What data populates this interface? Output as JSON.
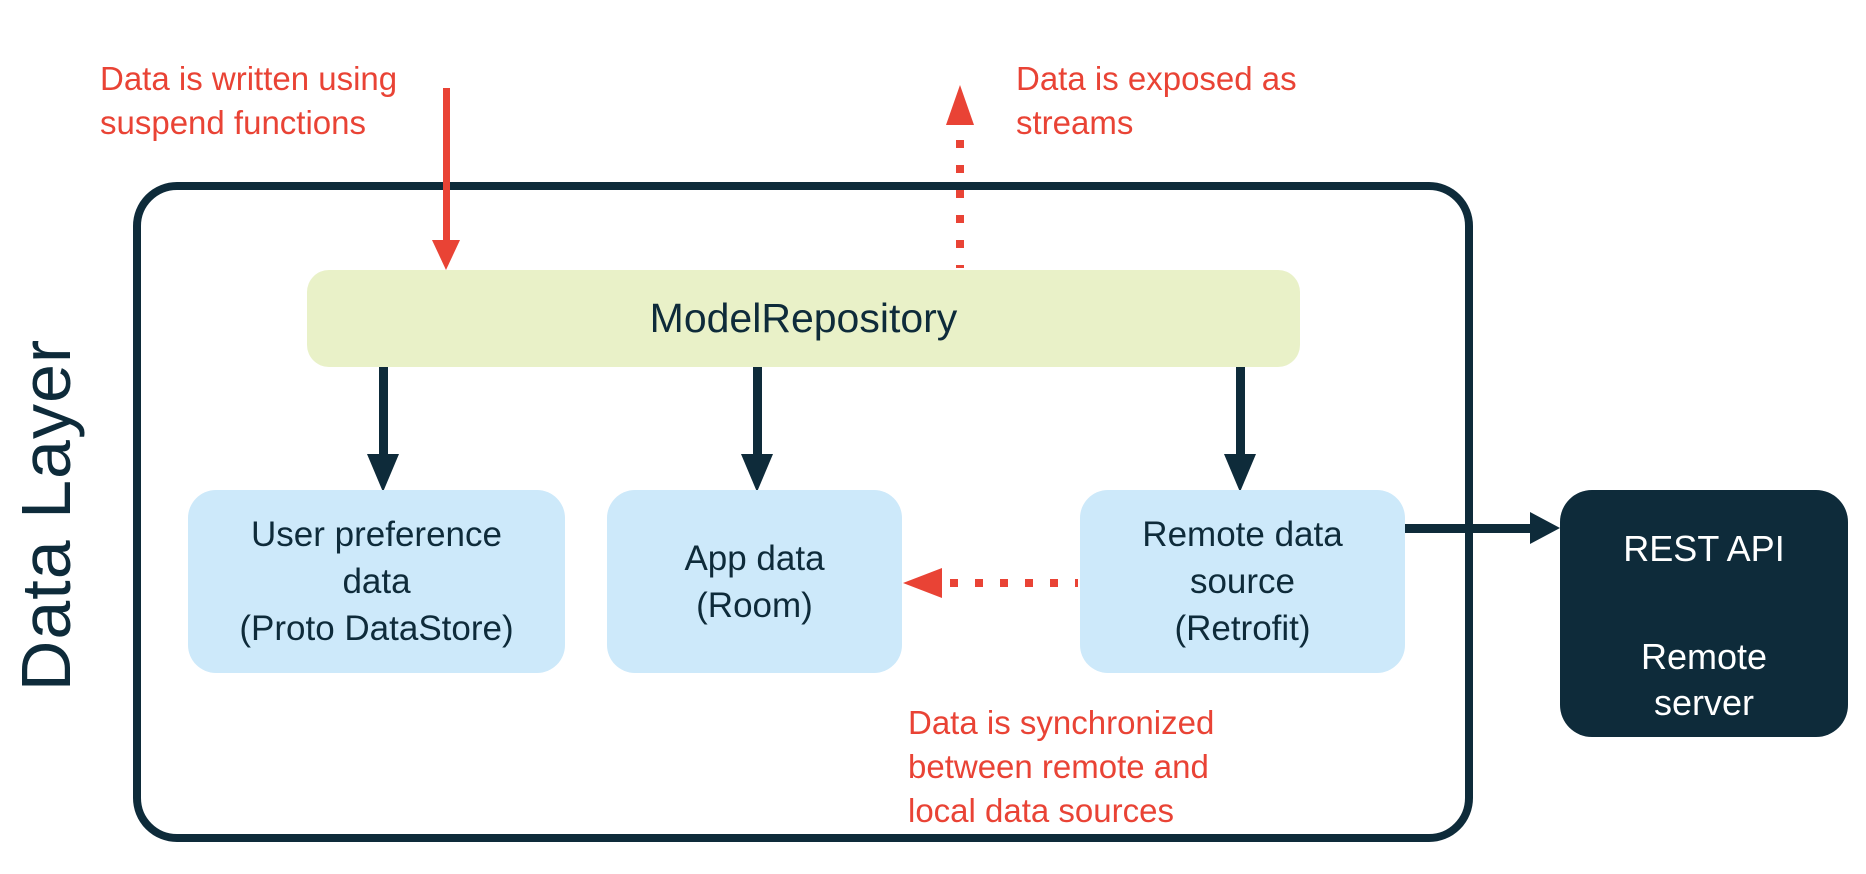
{
  "colors": {
    "navy": "#0e2b3a",
    "light_blue": "#cde9fa",
    "green_yellow": "#e9f1c8",
    "red": "#e94335",
    "background": "#ffffff",
    "white_text": "#ffffff"
  },
  "diagram": {
    "layer_label": "Data Layer",
    "repository": {
      "label": "ModelRepository"
    },
    "sources": [
      {
        "id": "user-preference-data",
        "label": "User preference\ndata\n(Proto DataStore)"
      },
      {
        "id": "app-data",
        "label": "App data\n(Room)"
      },
      {
        "id": "remote-data-source",
        "label": "Remote data\nsource\n(Retrofit)"
      }
    ],
    "external": {
      "title": "REST API",
      "subtitle": "Remote\nserver"
    },
    "annotations": [
      {
        "id": "write-suspend",
        "text": "Data is written using\nsuspend functions"
      },
      {
        "id": "exposed-streams",
        "text": "Data is exposed as\nstreams"
      },
      {
        "id": "sync-sources",
        "text": "Data is synchronized\nbetween remote and\nlocal data sources"
      }
    ]
  }
}
